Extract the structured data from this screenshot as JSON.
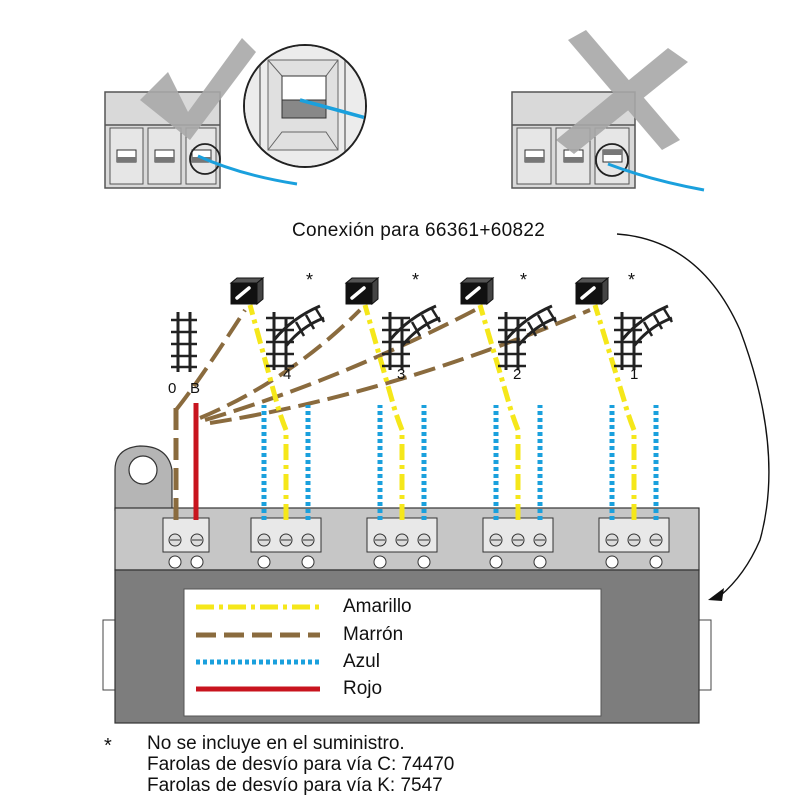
{
  "connection_label": "Conexión para 66361+60822",
  "terminal_labels": {
    "zero": "0",
    "b": "B"
  },
  "outputs": [
    "4",
    "3",
    "2",
    "1"
  ],
  "asterisk": "*",
  "legend": [
    {
      "label": "Amarillo",
      "color": "#f5e71a",
      "style": "dash-dot"
    },
    {
      "label": "Marrón",
      "color": "#8a6b3e",
      "style": "dashed"
    },
    {
      "label": "Azul",
      "color": "#1aa0dd",
      "style": "dotted"
    },
    {
      "label": "Rojo",
      "color": "#c8141e",
      "style": "solid"
    }
  ],
  "footnote": {
    "marker": "*",
    "line1": "No se incluye en el suministro.",
    "line2": "Farolas de desvío para vía C: 74470",
    "line3": "Farolas de desvío para vía K: 7547"
  }
}
